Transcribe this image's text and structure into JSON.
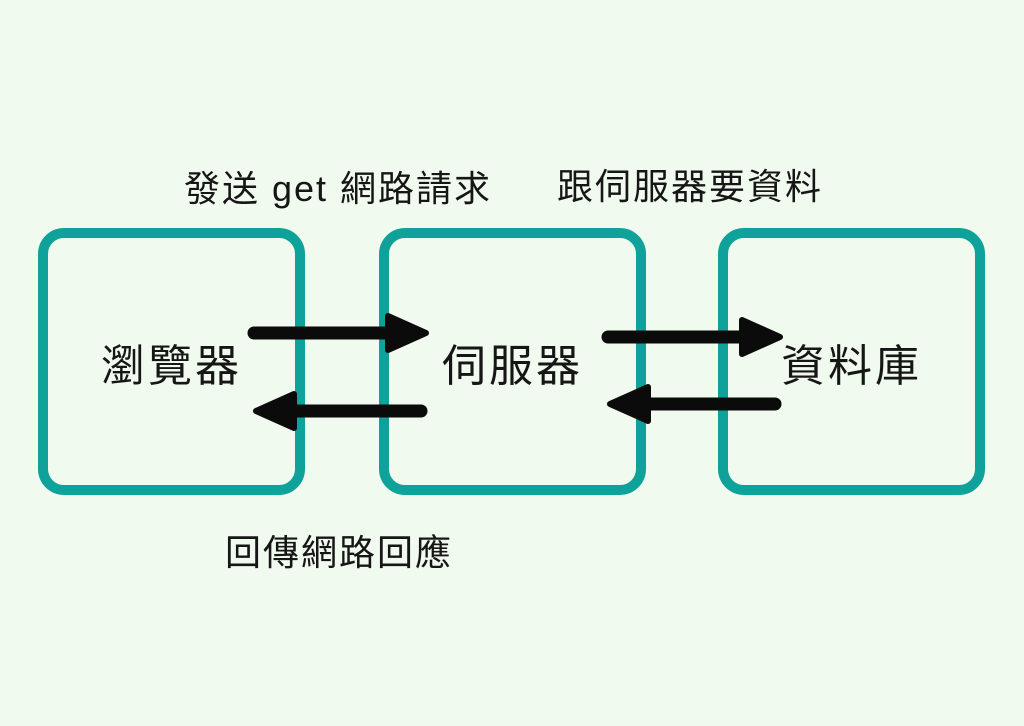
{
  "diagram_title": "browser-server-database request flow",
  "colors": {
    "background": "#f1faee",
    "box_border": "#0fa29a",
    "arrow": "#0b0b0b",
    "text": "#161616"
  },
  "nodes": [
    {
      "id": "browser",
      "label": "瀏覽器"
    },
    {
      "id": "server",
      "label": "伺服器"
    },
    {
      "id": "database",
      "label": "資料庫"
    }
  ],
  "float_labels": {
    "request": "發送 get 網路請求",
    "ask": "跟伺服器要資料",
    "response": "回傳網路回應"
  },
  "edges": [
    {
      "from": "browser",
      "to": "server",
      "direction": "right",
      "label": "發送 get 網路請求"
    },
    {
      "from": "server",
      "to": "browser",
      "direction": "left",
      "label": "回傳網路回應"
    },
    {
      "from": "server",
      "to": "database",
      "direction": "right",
      "label": "跟伺服器要資料"
    },
    {
      "from": "database",
      "to": "server",
      "direction": "left",
      "label": ""
    }
  ]
}
